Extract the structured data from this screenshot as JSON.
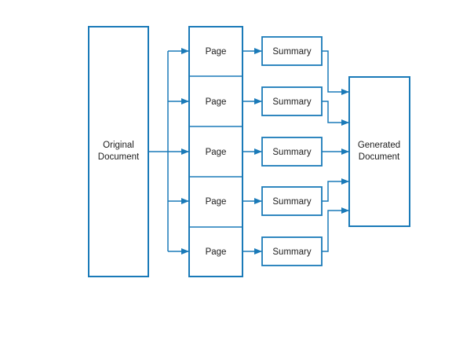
{
  "diagram": {
    "colors": {
      "stroke": "#1a7ab8",
      "text": "#1c1c1c",
      "background": "#ffffff"
    },
    "source": {
      "line1": "Original",
      "line2": "Document"
    },
    "pages": [
      {
        "label": "Page"
      },
      {
        "label": "Page"
      },
      {
        "label": "Page"
      },
      {
        "label": "Page"
      },
      {
        "label": "Page"
      }
    ],
    "summaries": [
      {
        "label": "Summary"
      },
      {
        "label": "Summary"
      },
      {
        "label": "Summary"
      },
      {
        "label": "Summary"
      },
      {
        "label": "Summary"
      }
    ],
    "target": {
      "line1": "Generated",
      "line2": "Document"
    }
  }
}
